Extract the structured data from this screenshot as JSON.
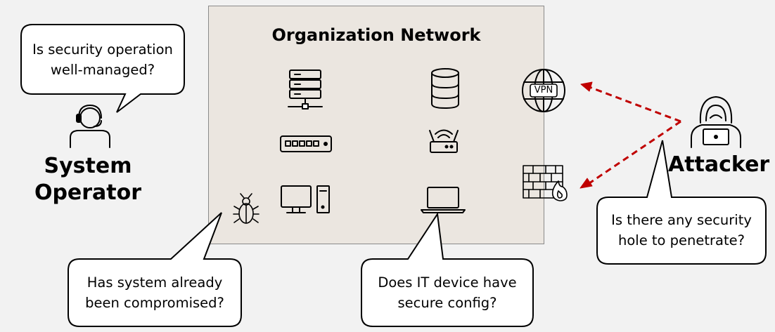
{
  "network": {
    "title": "Organization Network"
  },
  "operator": {
    "label_line1": "System",
    "label_line2": "Operator",
    "question_line1": "Is security operation",
    "question_line2": "well-managed?"
  },
  "attacker": {
    "label": "Attacker",
    "question_line1": "Is there any security",
    "question_line2": "hole to penetrate?"
  },
  "compromise_bubble": {
    "line1": "Has system already",
    "line2": "been compromised?"
  },
  "config_bubble": {
    "line1": "Does IT device have",
    "line2": "secure config?"
  },
  "vpn_icon": {
    "text": "VPN"
  },
  "icons": [
    "server-rack-icon",
    "database-icon",
    "network-switch-icon",
    "wifi-router-icon",
    "desktop-computer-icon",
    "laptop-icon",
    "bug-icon",
    "vpn-globe-icon",
    "firewall-icon",
    "operator-headset-icon",
    "hooded-attacker-icon"
  ],
  "colors": {
    "arrow": "#c00000",
    "box": "#ebe6e0",
    "background": "#f2f2f2"
  }
}
